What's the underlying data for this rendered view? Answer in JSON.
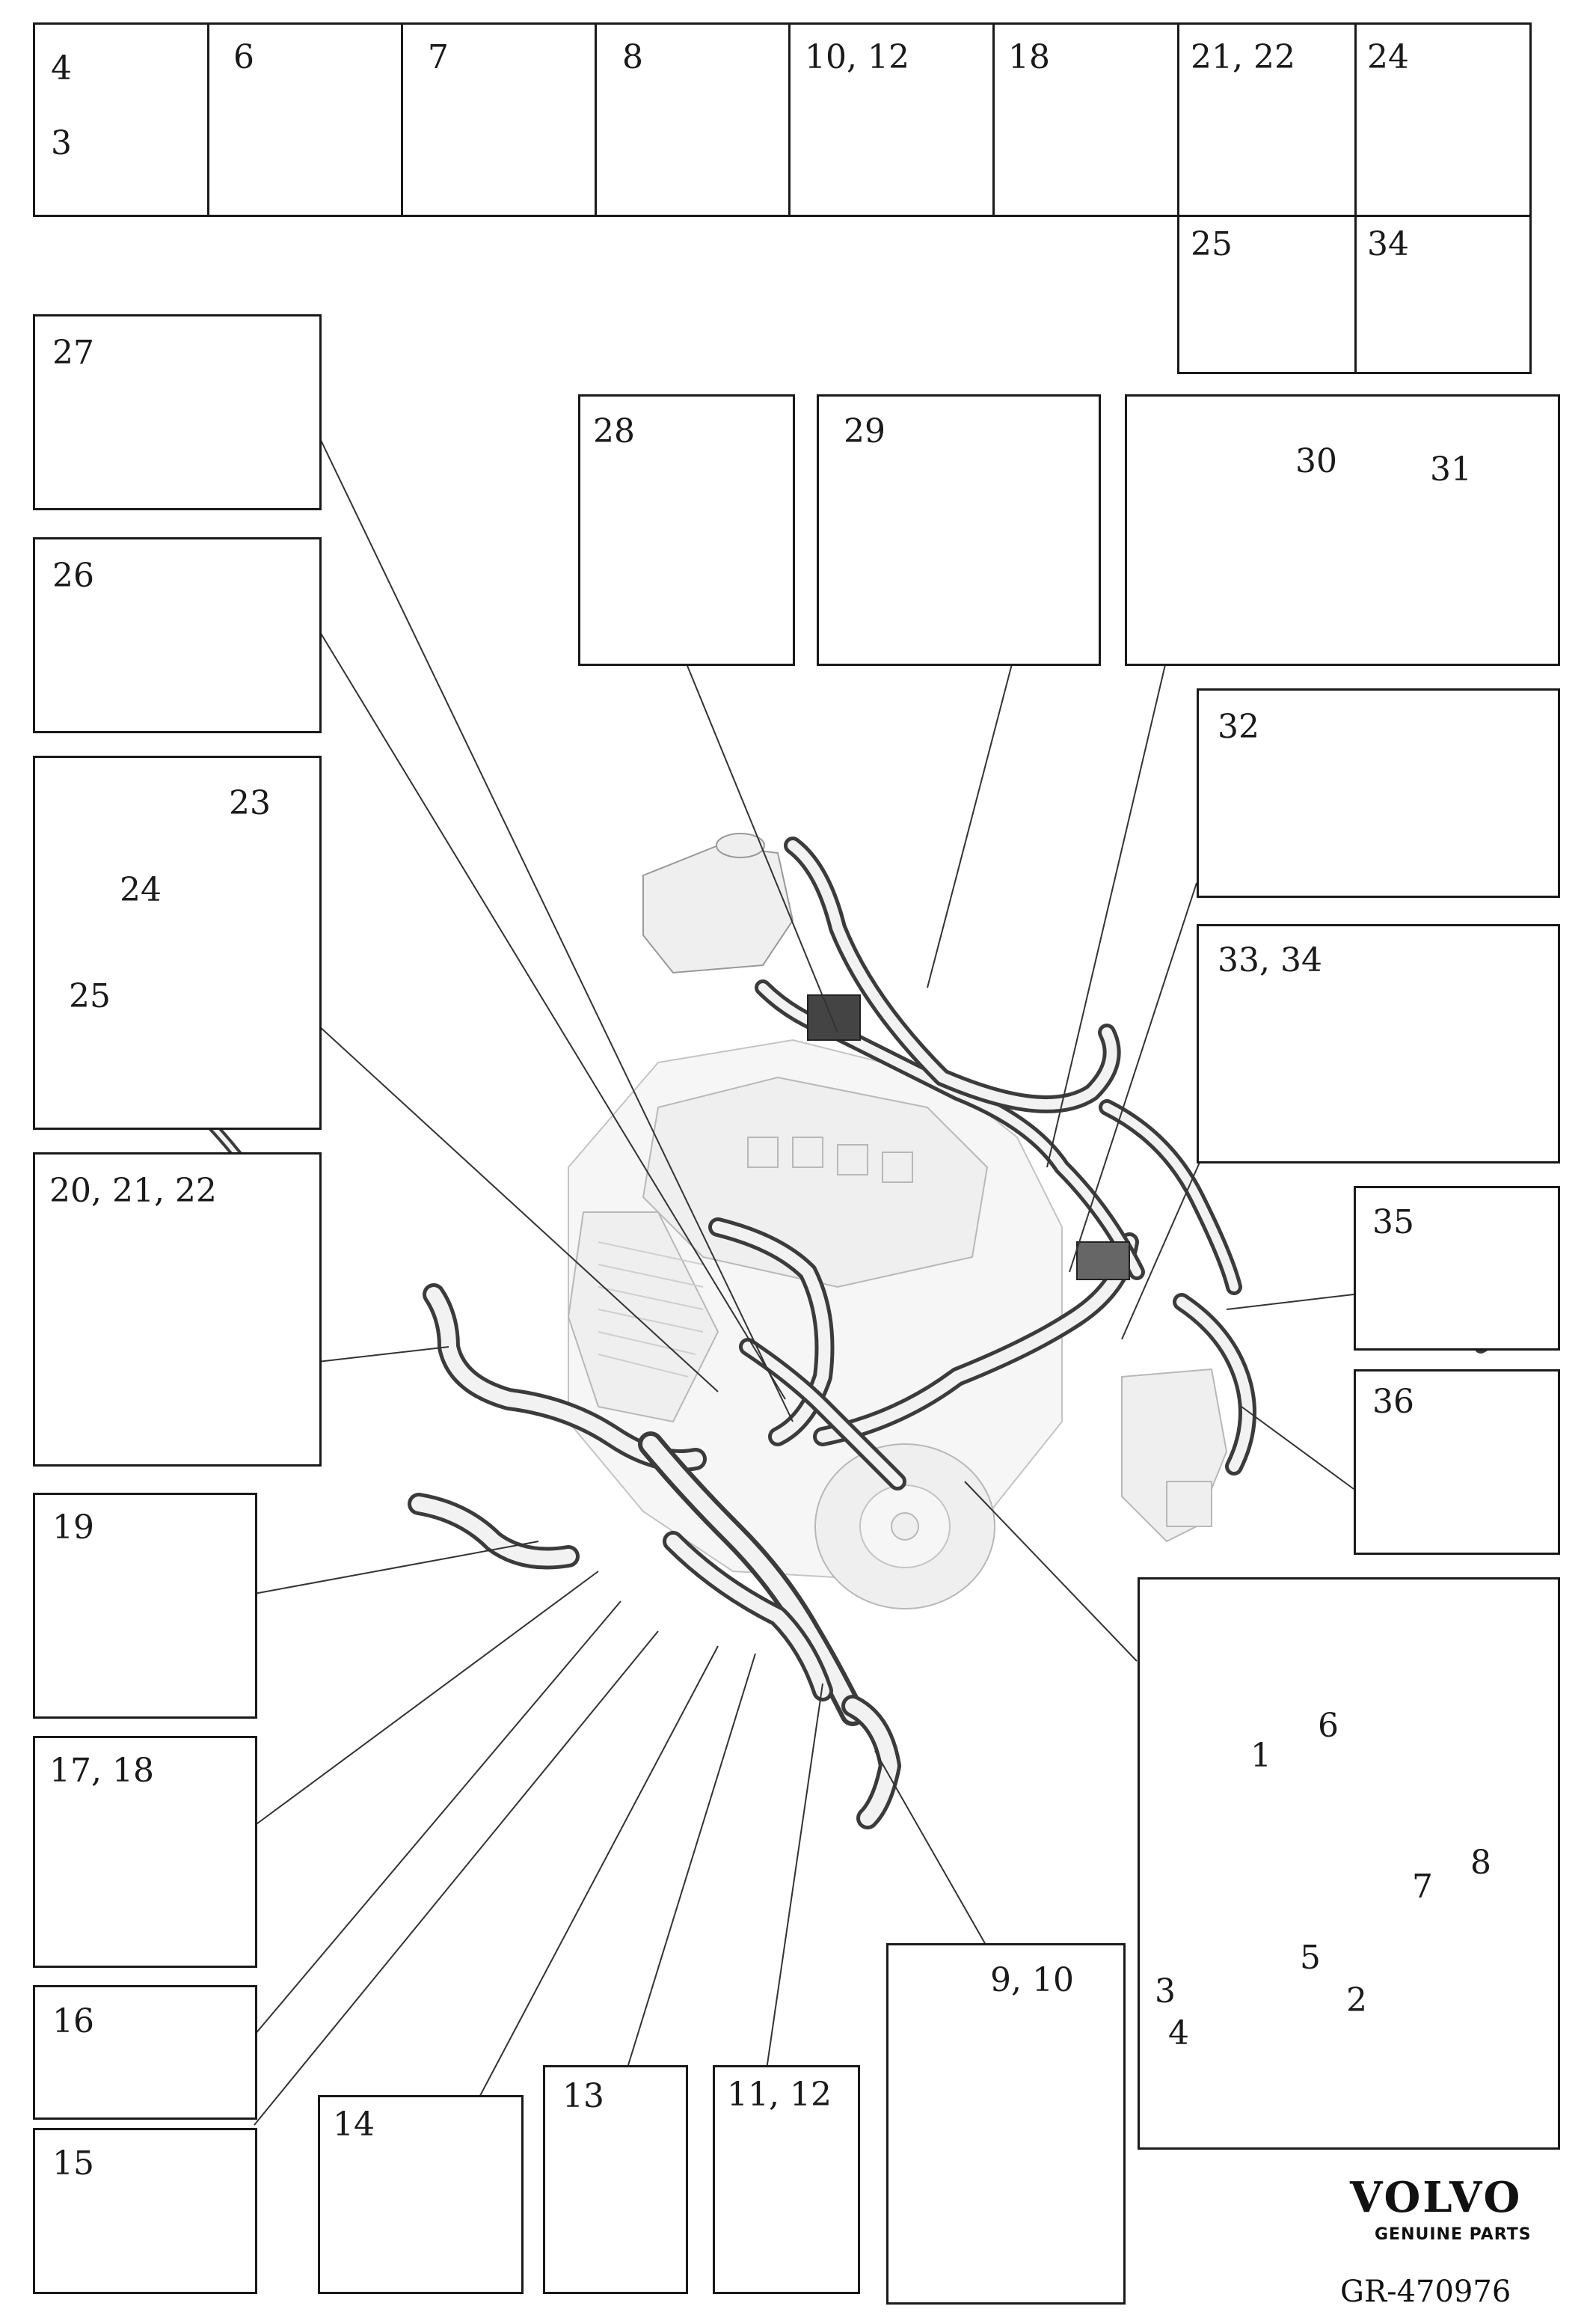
{
  "diagram": {
    "labels": {
      "b4": "4",
      "b3": "3",
      "b6": "6",
      "b7": "7",
      "b8": "8",
      "b10_12": "10, 12",
      "b18": "18",
      "b21_22": "21, 22",
      "b24": "24",
      "b25": "25",
      "b34": "34",
      "b27": "27",
      "b28": "28",
      "b29": "29",
      "b30": "30",
      "b31": "31",
      "b32": "32",
      "b26": "26",
      "b23": "23",
      "b24b": "24",
      "b25b": "25",
      "b33_34": "33, 34",
      "b20_21_22": "20, 21, 22",
      "b35": "35",
      "b36": "36",
      "b19": "19",
      "b17_18": "17, 18",
      "b16": "16",
      "b15": "15",
      "b14": "14",
      "b13": "13",
      "b11_12": "11, 12",
      "b9_10": "9, 10",
      "a1": "1",
      "a6": "6",
      "a7": "7",
      "a8": "8",
      "a5": "5",
      "a3": "3",
      "a4": "4",
      "a2": "2"
    }
  },
  "brand": {
    "name": "VOLVO",
    "subtitle": "GENUINE PARTS",
    "doc_id": "GR-470976"
  }
}
